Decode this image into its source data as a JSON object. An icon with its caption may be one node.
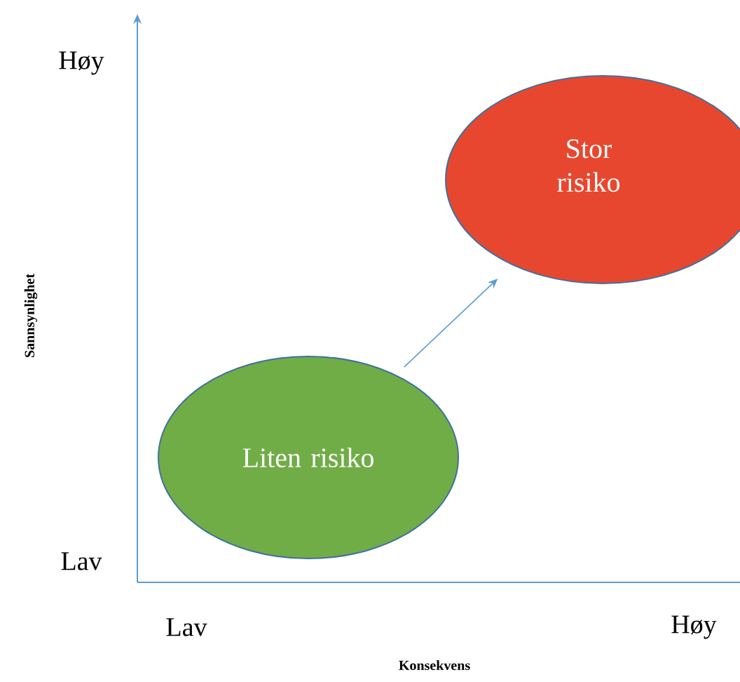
{
  "diagram": {
    "nodes": [
      {
        "text": [
          "Stor risiko"
        ]
      },
      {
        "text": [
          "Liten risiko"
        ]
      }
    ],
    "edges": [
      {
        "from": 1,
        "to": 0,
        "arrow": "to",
        "color": "#5b9bd5"
      }
    ],
    "labels": [
      "Høy",
      "Sannsynlighet",
      "Lav",
      "Lav",
      "Høy",
      "Konsekvens"
    ]
  }
}
